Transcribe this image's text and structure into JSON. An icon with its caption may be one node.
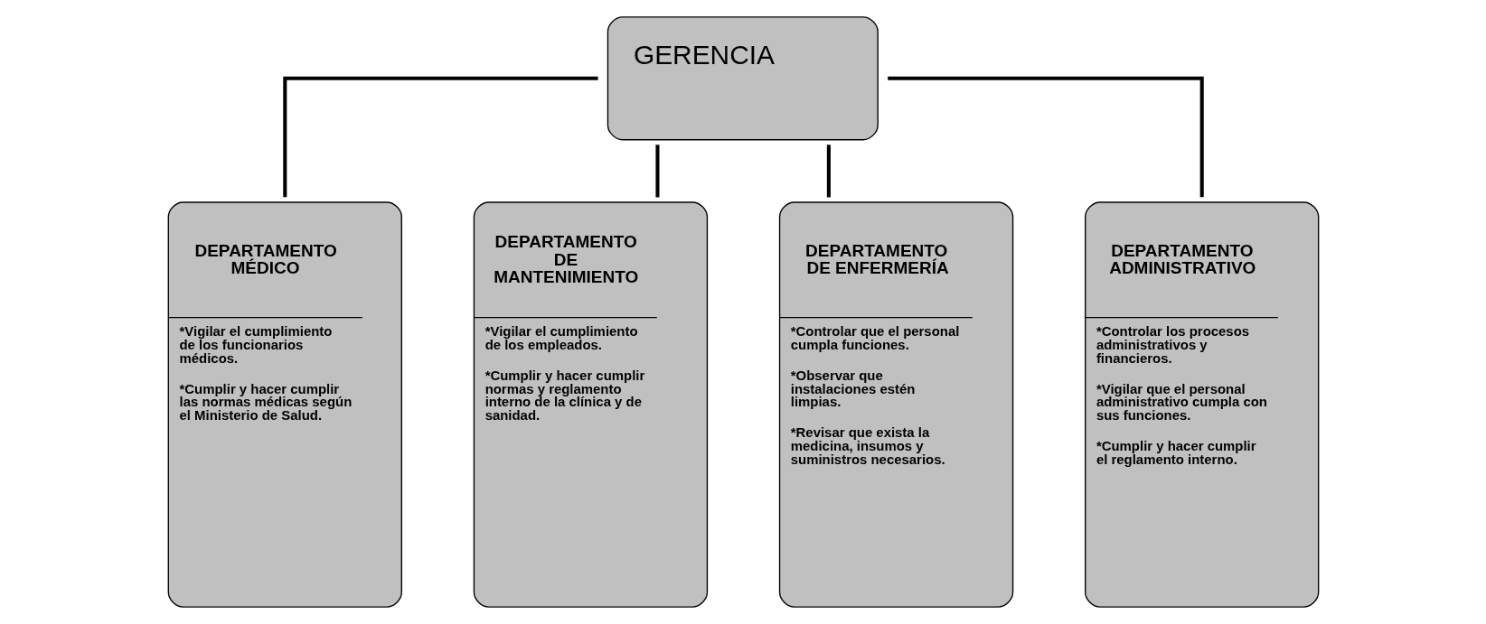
{
  "diagram": {
    "nodes": [
      {
        "text": [
          "GERENCIA"
        ]
      },
      {
        "text": [
          "DEPARTAMENTO MÉDICO",
          "*Vigilar el cumplimiento de los funcionarios médicos.",
          "*Cumplir y hacer cumplir las normas médicas según el Ministerio de Salud."
        ]
      },
      {
        "text": [
          "DEPARTAMENTO DE MANTENIMIENTO",
          "*Vigilar el cumplimiento de los empleados.",
          "*Cumplir y hacer cumplir normas y reglamento interno de la clínica y de sanidad."
        ]
      },
      {
        "text": [
          "DEPARTAMENTO DE ENFERMERÍA",
          "*Controlar que el personal cumpla funciones.",
          "*Observar que instalaciones estén limpias.",
          "*Revisar que exista la medicina, insumos y suministros necesarios."
        ]
      },
      {
        "text": [
          "DEPARTAMENTO ADMINISTRATIVO",
          "*Controlar los procesos administrativos y financieros.",
          "*Vigilar que el personal administrativo cumpla con sus funciones.",
          "*Cumplir y hacer cumplir el reglamento interno."
        ]
      }
    ],
    "edges": [
      {
        "from": 0,
        "to": 1,
        "arrow": "none"
      },
      {
        "from": 0,
        "to": 2,
        "arrow": "none"
      },
      {
        "from": 0,
        "to": 3,
        "arrow": "none"
      },
      {
        "from": 0,
        "to": 4,
        "arrow": "none"
      }
    ]
  }
}
